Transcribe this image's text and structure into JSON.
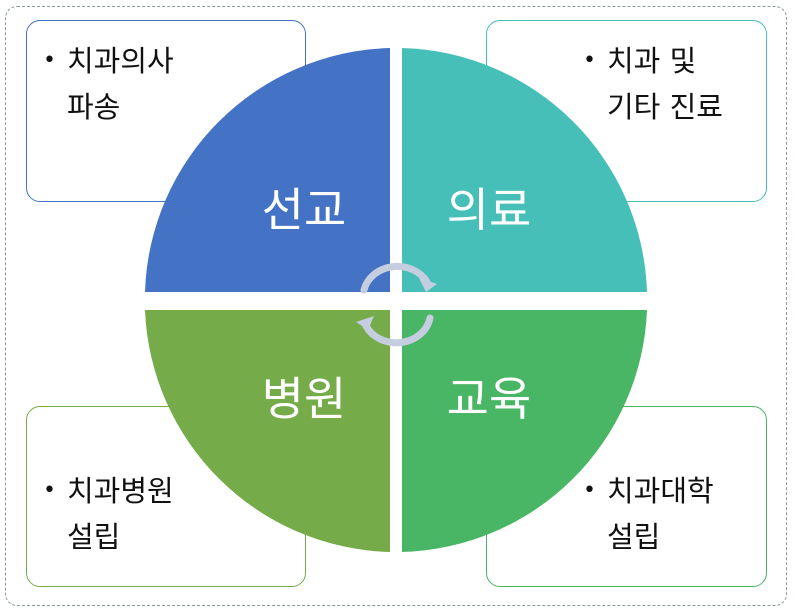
{
  "quadrants": {
    "top_left": {
      "label": "선교",
      "color": "#4472c4"
    },
    "top_right": {
      "label": "의료",
      "color": "#45bfb8"
    },
    "bottom_left": {
      "label": "병원",
      "color": "#76ab49"
    },
    "bottom_right": {
      "label": "교육",
      "color": "#48b664"
    }
  },
  "boxes": {
    "top_left": {
      "bullet": "•",
      "line1": "치과의사",
      "line2": "파송"
    },
    "top_right": {
      "bullet": "•",
      "line1": "치과 및",
      "line2": "기타 진료"
    },
    "bottom_left": {
      "bullet": "•",
      "line1": "치과병원",
      "line2": "설립"
    },
    "bottom_right": {
      "bullet": "•",
      "line1": "치과대학",
      "line2": "설립"
    }
  },
  "cycle_arrow_color": "#c5cde0"
}
